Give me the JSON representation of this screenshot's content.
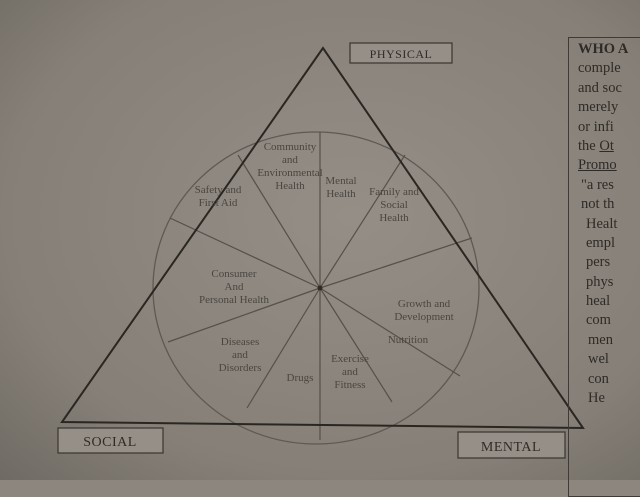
{
  "diagram": {
    "corners": {
      "top": "PHYSICAL",
      "left": "SOCIAL",
      "right": "MENTAL"
    },
    "segments": [
      {
        "lines": [
          "Community",
          "and",
          "Environmental",
          "Health"
        ]
      },
      {
        "lines": [
          "Mental",
          "Health"
        ]
      },
      {
        "lines": [
          "Family and",
          "Social",
          "Health"
        ]
      },
      {
        "lines": [
          "Growth and",
          "Development"
        ]
      },
      {
        "lines": [
          "Nutrition"
        ]
      },
      {
        "lines": [
          "Exercise",
          "and",
          "Fitness"
        ]
      },
      {
        "lines": [
          "Drugs"
        ]
      },
      {
        "lines": [
          "Diseases",
          "and",
          "Disorders"
        ]
      },
      {
        "lines": [
          "Consumer",
          "And",
          "Personal Health"
        ]
      },
      {
        "lines": [
          "Safety and",
          "First Aid"
        ]
      }
    ]
  },
  "sidebar_text": {
    "lines": [
      "WHO A",
      "comple",
      "and soc",
      "merely",
      "or infi",
      "the Ot",
      "Promo",
      "\"a res",
      "not th",
      "Healt",
      "empl",
      "pers",
      "phys",
      "heal",
      "com",
      "men",
      "wel",
      "con",
      "He"
    ],
    "underlined": [
      5,
      6
    ]
  },
  "colors": {
    "paper": "#8c867e",
    "ink": "#2f2b27",
    "faint_ink": "#5a554f"
  }
}
